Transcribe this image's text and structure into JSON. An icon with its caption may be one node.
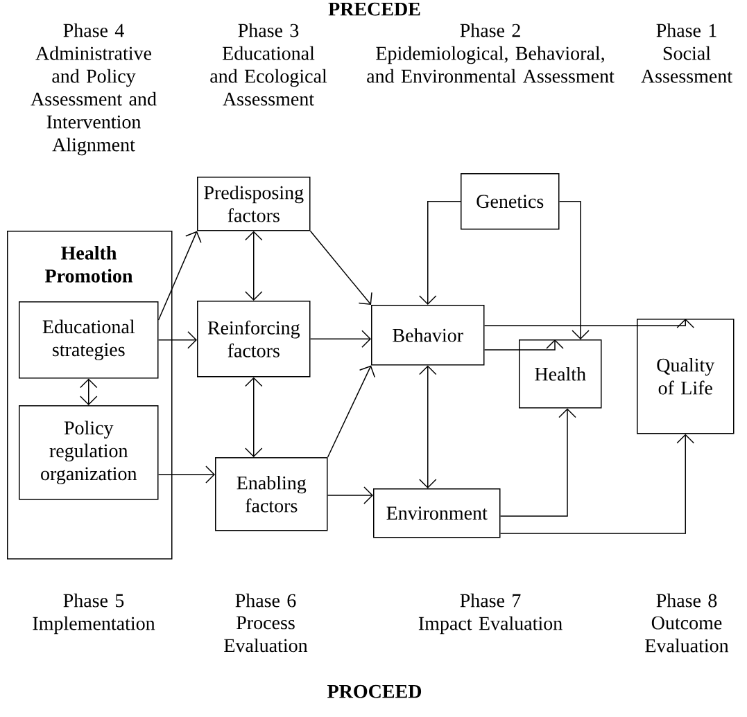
{
  "diagram": {
    "nodes": [
      {
        "text": [
          "Health Promotion"
        ]
      },
      {
        "text": [
          "Educational strategies"
        ],
        "in": 0
      },
      {
        "text": [
          "Policy regulation organization"
        ],
        "in": 0
      },
      {
        "text": [
          "Predisposing factors"
        ]
      },
      {
        "text": [
          "Reinforcing factors"
        ]
      },
      {
        "text": [
          "Enabling factors"
        ]
      },
      {
        "text": [
          "Genetics"
        ]
      },
      {
        "text": [
          "Behavior"
        ]
      },
      {
        "text": [
          "Environment"
        ]
      },
      {
        "text": [
          "Health"
        ]
      },
      {
        "text": [
          "Quality of Life"
        ]
      }
    ],
    "edges": [
      {
        "from": 1,
        "to": 3,
        "arrow": "to"
      },
      {
        "from": 1,
        "to": 4,
        "arrow": "to"
      },
      {
        "from": 1,
        "to": 2,
        "arrow": "both"
      },
      {
        "from": 2,
        "to": 5,
        "arrow": "to"
      },
      {
        "from": 3,
        "to": 4,
        "arrow": "both"
      },
      {
        "from": 4,
        "to": 5,
        "arrow": "both"
      },
      {
        "from": 3,
        "to": 7,
        "arrow": "to"
      },
      {
        "from": 4,
        "to": 7,
        "arrow": "to"
      },
      {
        "from": 5,
        "to": 7,
        "arrow": "to"
      },
      {
        "from": 5,
        "to": 8,
        "arrow": "to"
      },
      {
        "from": 7,
        "to": 8,
        "arrow": "both"
      },
      {
        "from": 6,
        "to": 7,
        "arrow": "to"
      },
      {
        "from": 6,
        "to": 9,
        "arrow": "to"
      },
      {
        "from": 7,
        "to": 9,
        "arrow": "to"
      },
      {
        "from": 7,
        "to": 10,
        "arrow": "to"
      },
      {
        "from": 8,
        "to": 9,
        "arrow": "to"
      },
      {
        "from": 8,
        "to": 10,
        "arrow": "to"
      }
    ],
    "labels": [
      "PRECEDE",
      "Phase 4",
      "Administrative and Policy Assessment and Intervention Alignment",
      "Phase 3",
      "Educational and Ecological Assessment",
      "Phase 2",
      "Epidemiological, Behavioral, and Environmental Assessment",
      "Phase 1",
      "Social Assessment",
      "Phase 5",
      "Implementation",
      "Phase 6",
      "Process Evaluation",
      "Phase 7",
      "Impact Evaluation",
      "Phase 8",
      "Outcome Evaluation",
      "PROCEED"
    ]
  }
}
